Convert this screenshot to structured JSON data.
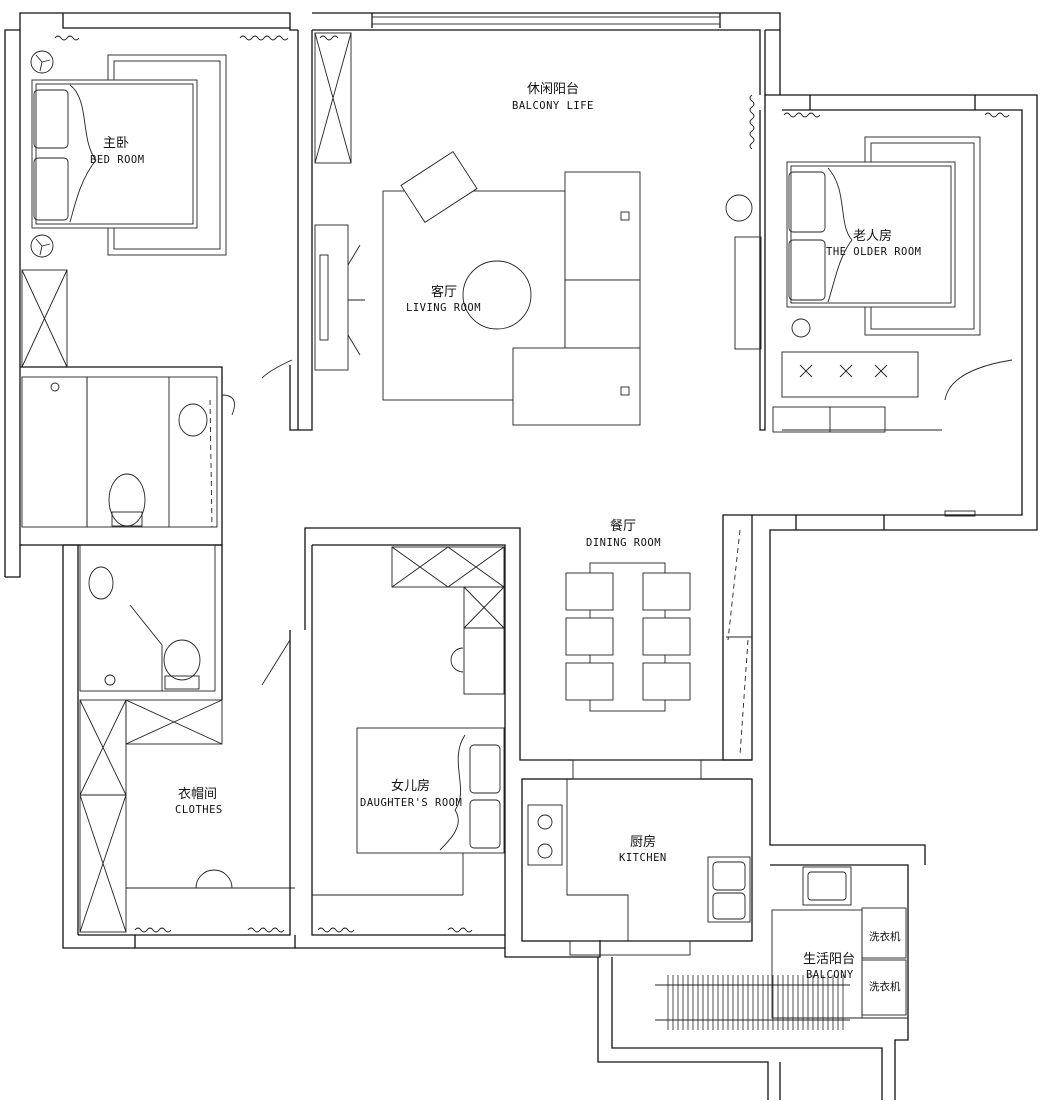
{
  "rooms": {
    "master_bedroom": {
      "cn": "主卧",
      "en": "BED ROOM"
    },
    "balcony_life": {
      "cn": "休闲阳台",
      "en": "BALCONY LIFE"
    },
    "living_room": {
      "cn": "客厅",
      "en": "LIVING ROOM"
    },
    "older_room": {
      "cn": "老人房",
      "en": "THE OLDER ROOM"
    },
    "dining_room": {
      "cn": "餐厅",
      "en": "DINING ROOM"
    },
    "clothes": {
      "cn": "衣帽间",
      "en": "CLOTHES"
    },
    "daughter_room": {
      "cn": "女儿房",
      "en": "DAUGHTER'S ROOM"
    },
    "kitchen": {
      "cn": "厨房",
      "en": "KITCHEN"
    },
    "service_balcony": {
      "cn": "生活阳台",
      "en": "BALCONY"
    }
  },
  "appliances": {
    "washer_1": "洗衣机",
    "washer_2": "洗衣机"
  },
  "colors": {
    "line": "#111111",
    "background": "#ffffff"
  }
}
